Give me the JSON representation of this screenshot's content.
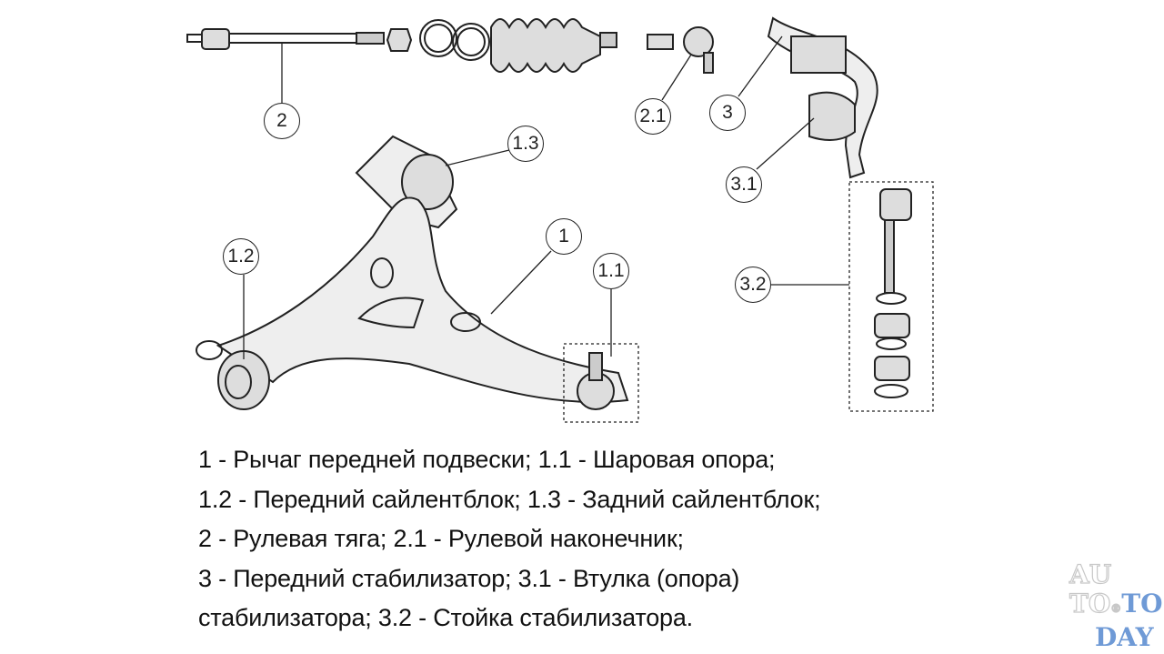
{
  "callouts": {
    "c2": "2",
    "c21": "2.1",
    "c3": "3",
    "c13": "1.3",
    "c1": "1",
    "c12": "1.2",
    "c11": "1.1",
    "c31": "3.1",
    "c32": "3.2"
  },
  "caption": [
    "1 - Рычаг передней подвески; 1.1 - Шаровая опора;",
    "1.2 - Передний сайлентблок; 1.3 - Задний сайлентблок;",
    "2 - Рулевая тяга; 2.1 - Рулевой наконечник;",
    "3 - Передний стабилизатор; 3.1 - Втулка (опора)",
    "стабилизатора; 3.2 - Стойка стабилизатора."
  ],
  "logo": {
    "line1": "AU",
    "line2a": "TO",
    "line2b": "TO",
    "line3": "DAY"
  },
  "colors": {
    "logo_blue": "#6f9ad6",
    "line": "#222222"
  }
}
